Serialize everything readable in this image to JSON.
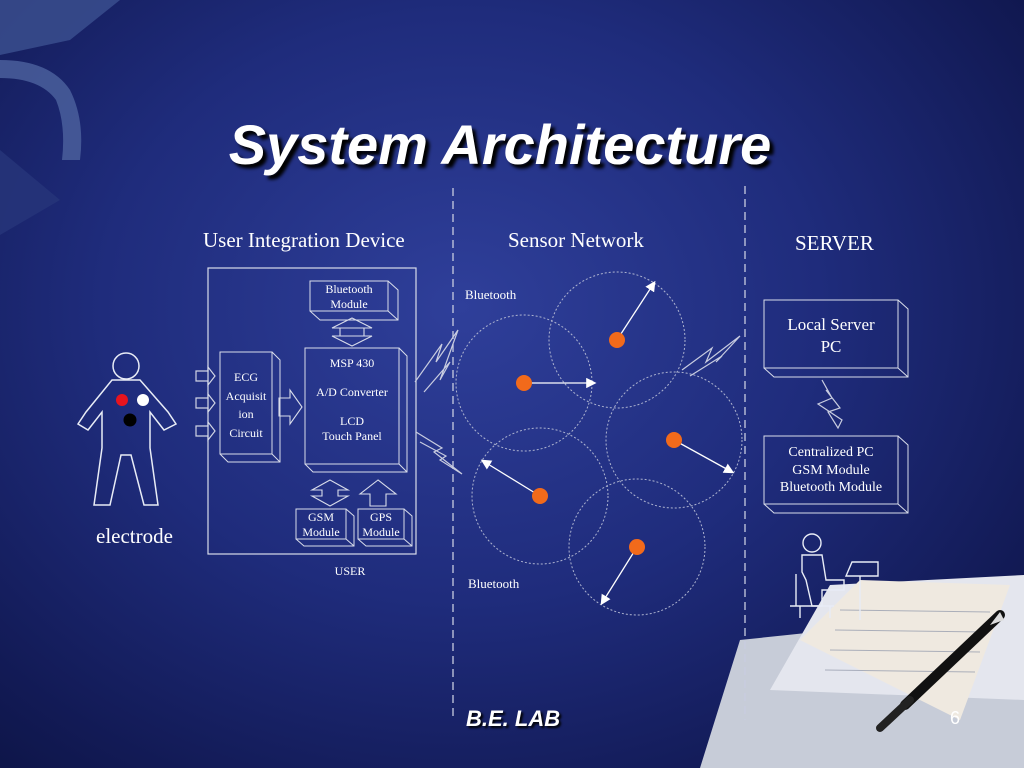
{
  "slide": {
    "title": "System Architecture",
    "footer": "B.E. LAB",
    "page_number": "6"
  },
  "sections": {
    "user_device": "User Integration Device",
    "sensor_network": "Sensor Network",
    "server": "SERVER"
  },
  "user_device": {
    "bluetooth_module": [
      "Bluetooth",
      "Module"
    ],
    "ecg_circuit": [
      "ECG",
      "Acquisit",
      "ion",
      "Circuit"
    ],
    "msp": [
      "MSP 430",
      "A/D Converter",
      "LCD",
      "Touch Panel"
    ],
    "gsm_module": [
      "GSM",
      "Module"
    ],
    "gps_module": [
      "GPS",
      "Module"
    ],
    "user_label": "USER",
    "electrode_label": "electrode"
  },
  "sensor_network": {
    "bluetooth_top": "Bluetooth",
    "bluetooth_bottom": "Bluetooth"
  },
  "server": {
    "local_server": [
      "Local Server",
      "PC"
    ],
    "central": [
      "Centralized PC",
      "GSM Module",
      "Bluetooth Module"
    ]
  },
  "colors": {
    "node": "#f26a1b",
    "electrode_red": "#e8141e",
    "electrode_white": "#ffffff",
    "electrode_black": "#000000"
  }
}
